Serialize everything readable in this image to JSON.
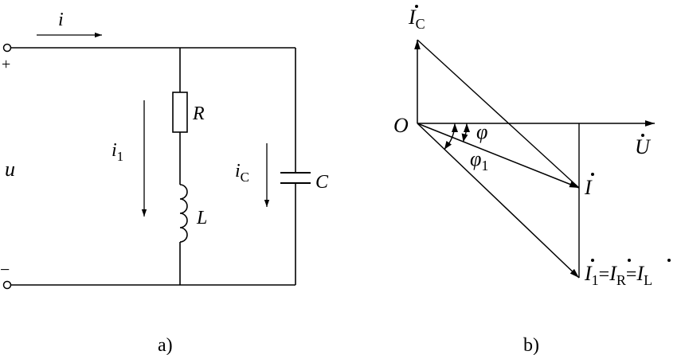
{
  "circuit": {
    "current_i": "i",
    "plus": "+",
    "minus": "−",
    "voltage_u": "u",
    "i1": "i",
    "i1_sub": "1",
    "R": "R",
    "L": "L",
    "iC": "i",
    "iC_sub": "C",
    "C": "C",
    "caption": "a)"
  },
  "phasor": {
    "IC": "I",
    "IC_sub": "C",
    "O": "O",
    "phi": "φ",
    "phi1": "φ",
    "phi1_sub": "1",
    "U": "U",
    "I": "I",
    "I1": "I",
    "I1_sub": "1",
    "eq1": "=",
    "IR": "I",
    "IR_sub": "R",
    "eq2": "=",
    "IL": "I",
    "IL_sub": "L",
    "caption": "b)"
  }
}
